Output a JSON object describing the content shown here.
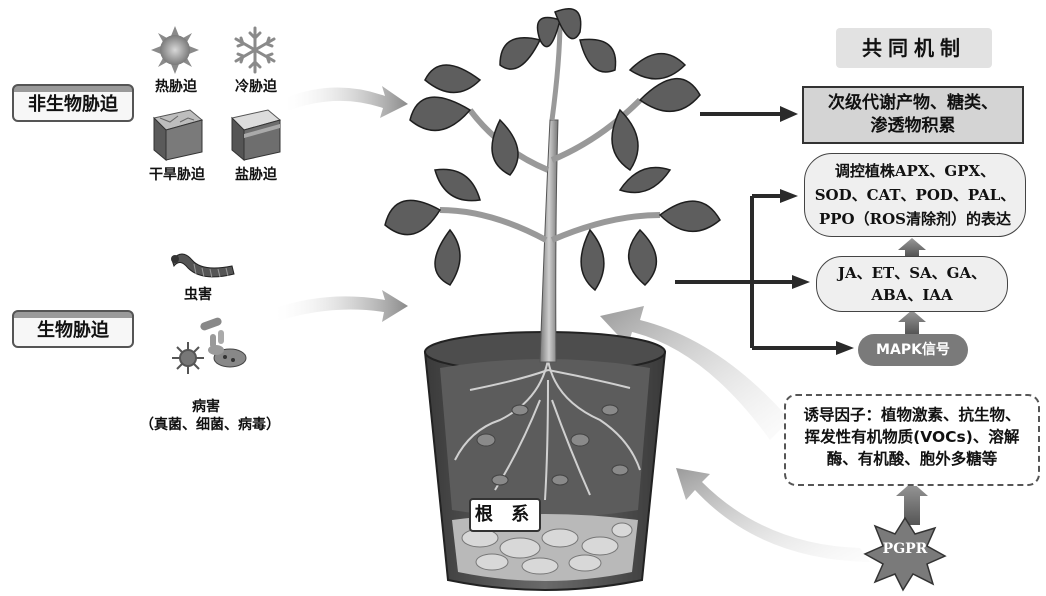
{
  "left": {
    "abiotic_label": "非生物胁迫",
    "heat": "热胁迫",
    "cold": "冷胁迫",
    "drought": "干旱胁迫",
    "salt": "盐胁迫",
    "biotic_label": "生物胁迫",
    "insect": "虫害",
    "disease": "病害",
    "disease_sub": "（真菌、细菌、病毒）"
  },
  "plant": {
    "root_label": "根 系"
  },
  "mechanism": {
    "title": "共同机制",
    "secondary_line1": "次级代谢产物、糖类、",
    "secondary_line2": "渗透物积累",
    "enzymes_line1": "调控植株APX、GPX、",
    "enzymes_line2": "SOD、CAT、POD、PAL、",
    "enzymes_line3": "PPO（ROS清除剂）的表达",
    "hormones_line1": "JA、ET、SA、GA、",
    "hormones_line2": "ABA、IAA",
    "mapk": "MAPK信号",
    "elicitors_line1": "诱导因子：植物激素、抗生物、",
    "elicitors_line2": "挥发性有机物质(VOCs)、溶解",
    "elicitors_line3": "酶、有机酸、胞外多糖等",
    "pgpr": "PGPR"
  }
}
